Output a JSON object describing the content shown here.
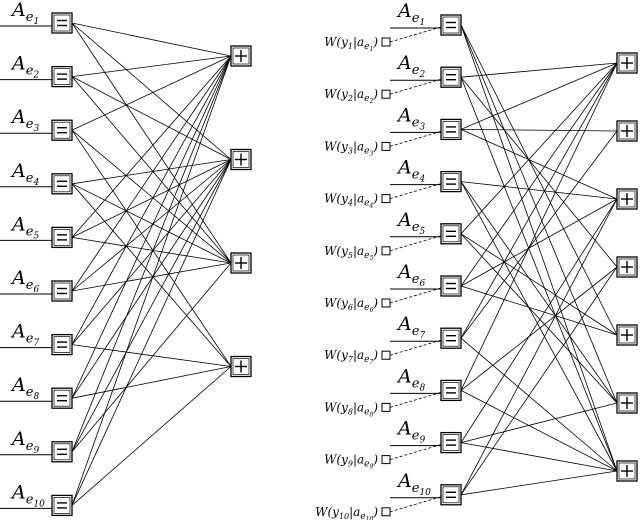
{
  "left_panel": {
    "variable_labels": [
      "Ae1",
      "Ae2",
      "Ae3",
      "Ae4",
      "Ae5",
      "Ae6",
      "Ae7",
      "Ae8",
      "Ae9",
      "Ae10"
    ],
    "check_labels": [
      "+",
      "+",
      "+",
      "+"
    ],
    "variable_node_symbol": "="
  },
  "right_panel": {
    "variable_labels": [
      "Ae1",
      "Ae2",
      "Ae3",
      "Ae4",
      "Ae5",
      "Ae6",
      "Ae7",
      "Ae8",
      "Ae9",
      "Ae10"
    ],
    "observation_labels": [
      "W(y1|ae1)",
      "W(y2|ae2)",
      "W(y3|ae3)",
      "W(y4|ae4)",
      "W(y5|ae5)",
      "W(y6|ae6)",
      "W(y7|ae7)",
      "W(y8|ae8)",
      "W(y9|ae9)",
      "W(y10|ae10)"
    ],
    "check_labels": [
      "+",
      "+",
      "+",
      "+",
      "+",
      "+",
      "+"
    ],
    "variable_node_symbol": "="
  }
}
